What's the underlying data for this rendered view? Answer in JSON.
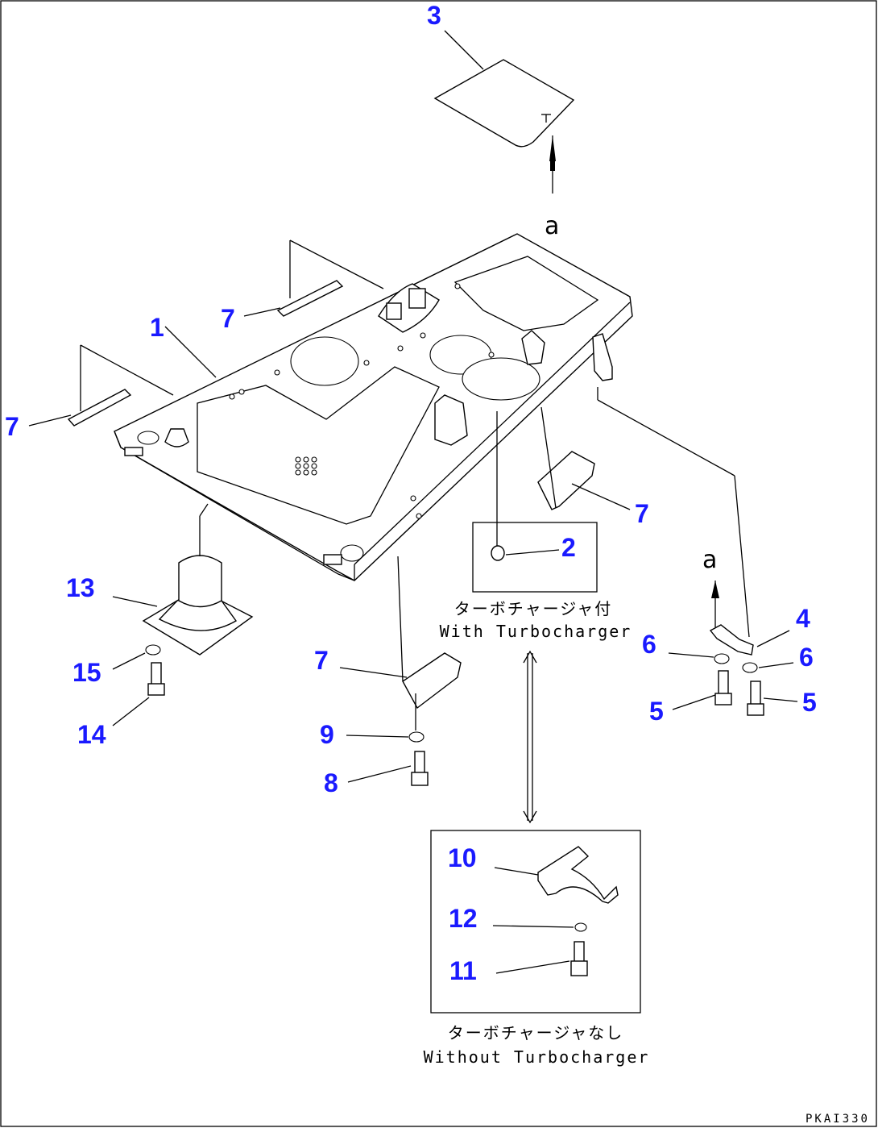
{
  "callouts": {
    "c1": "1",
    "c2": "2",
    "c3": "3",
    "c4": "4",
    "c5a": "5",
    "c5b": "5",
    "c6a": "6",
    "c6b": "6",
    "c7a": "7",
    "c7b": "7",
    "c7c": "7",
    "c7d": "7",
    "c8": "8",
    "c9": "9",
    "c10": "10",
    "c11": "11",
    "c12": "12",
    "c13": "13",
    "c14": "14",
    "c15": "15"
  },
  "view_refs": {
    "top": "a",
    "bracket": "a"
  },
  "captions": {
    "with_jp": "ターボチャージャ付",
    "with_en": "With Turbocharger",
    "without_jp": "ターボチャージャなし",
    "without_en": "Without Turbocharger"
  },
  "drawing_code": "PKAI330",
  "colors": {
    "callout": "#1a1aff",
    "line": "#000000",
    "background": "#ffffff"
  }
}
